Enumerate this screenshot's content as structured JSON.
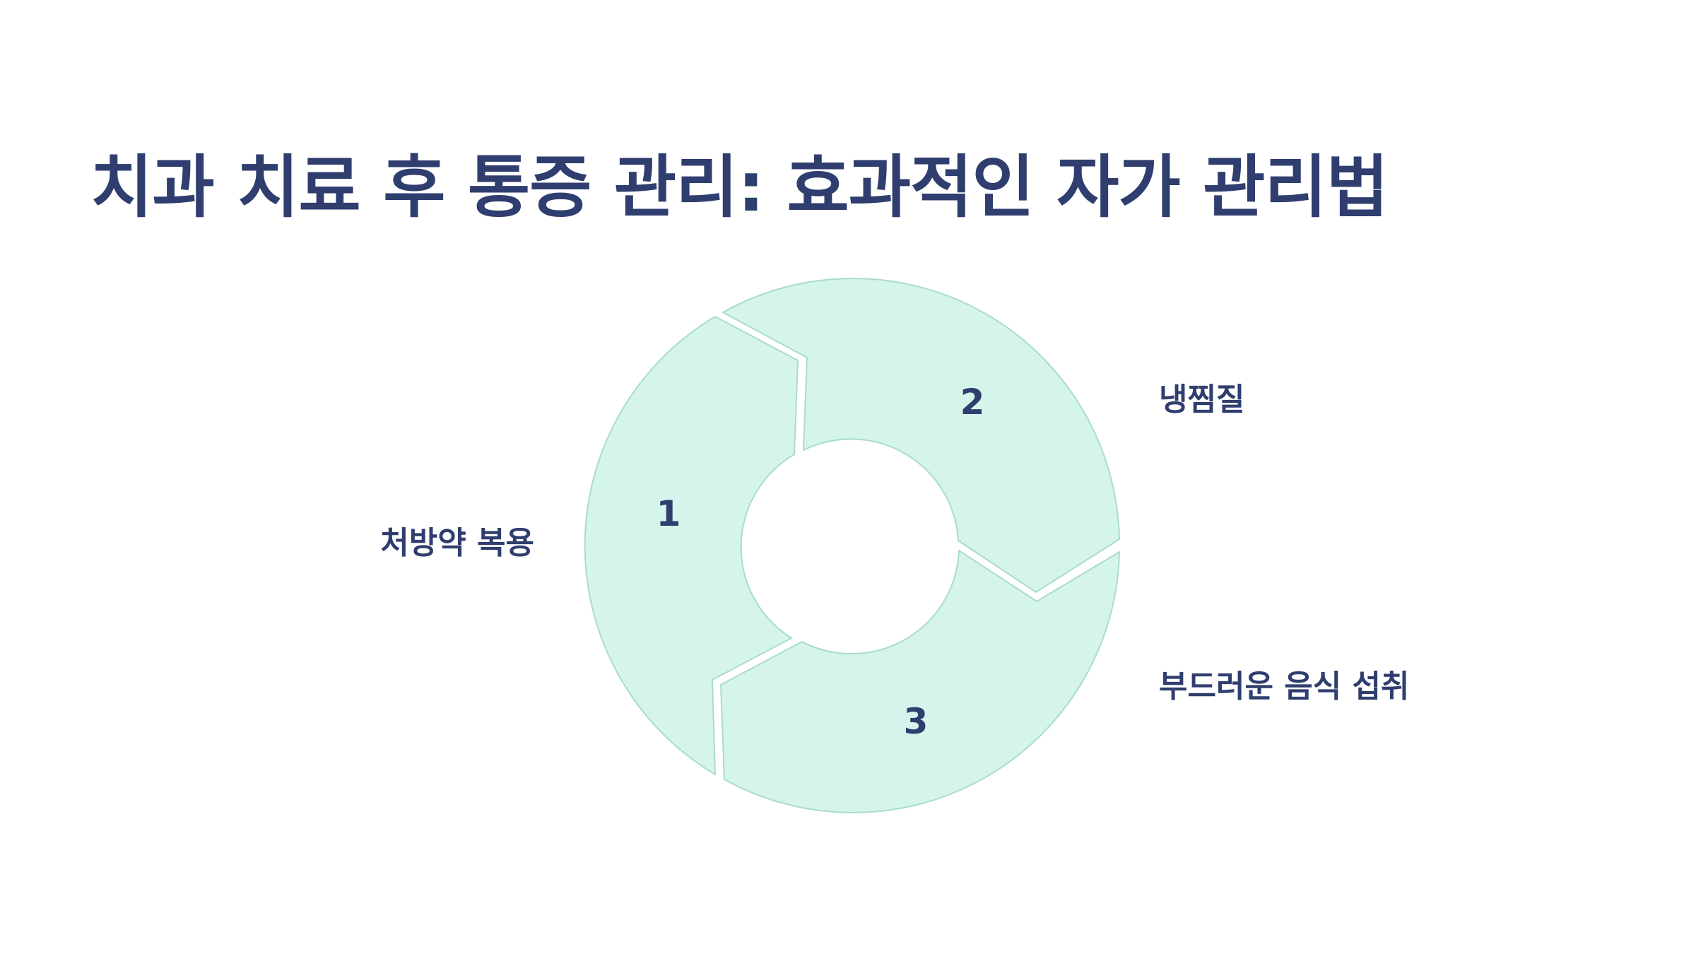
{
  "title": "치과 치료 후 통증 관리: 효과적인 자가 관리법",
  "colors": {
    "text": "#2f3e6e",
    "segment_fill": "#d5f4ec",
    "segment_stroke": "#a9dccd",
    "background": "#ffffff"
  },
  "steps": [
    {
      "number": "1",
      "label": "처방약 복용"
    },
    {
      "number": "2",
      "label": "냉찜질"
    },
    {
      "number": "3",
      "label": "부드러운 음식 섭취"
    }
  ]
}
